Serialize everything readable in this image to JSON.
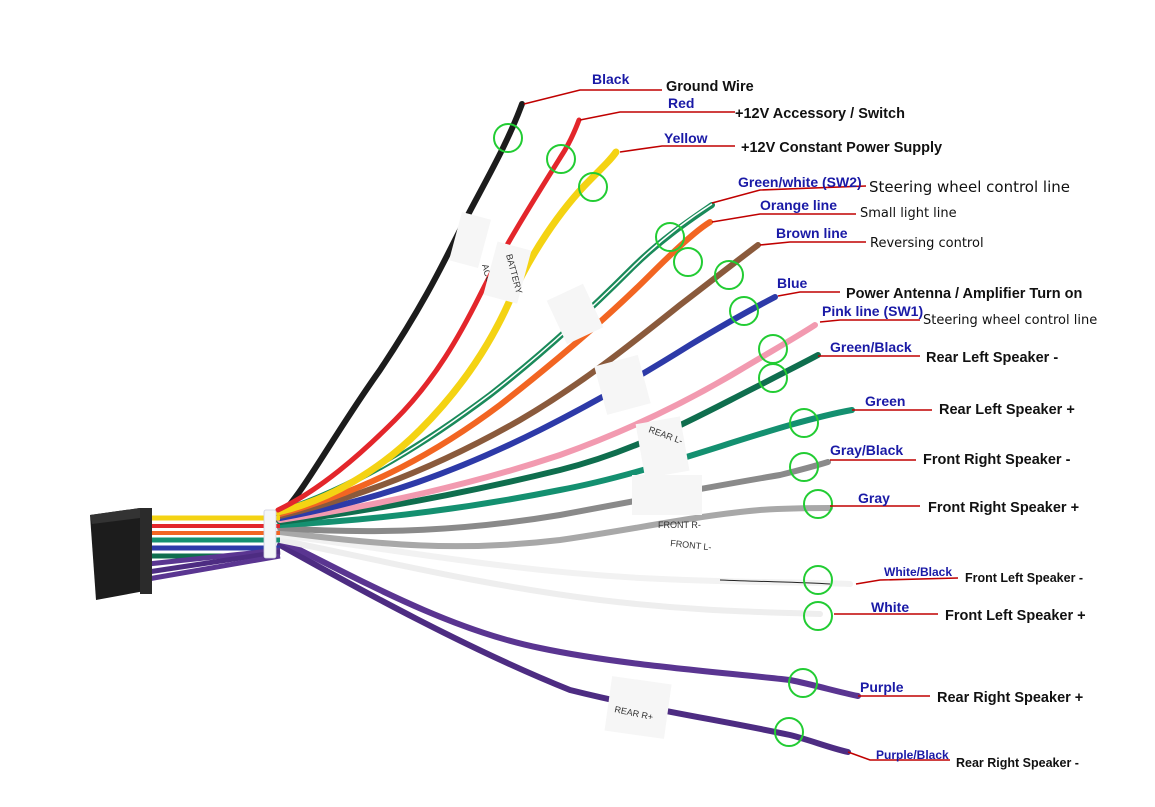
{
  "colors": {
    "leader": "#c00000",
    "ring": "#22cc33",
    "color_label": "#1a1aa6",
    "func_label": "#111111",
    "connector": "#1c1c1c"
  },
  "wires": [
    {
      "id": "black",
      "color_name": "Black",
      "function": "Ground Wire",
      "hex": "#1c1c1c"
    },
    {
      "id": "red",
      "color_name": "Red",
      "function": "+12V  Accessory / Switch",
      "hex": "#e3262b"
    },
    {
      "id": "yellow",
      "color_name": "Yellow",
      "function": "+12V Constant Power Supply",
      "hex": "#f4d313"
    },
    {
      "id": "green-white",
      "color_name": "Green/white  (SW2)",
      "function": "Steering wheel control line",
      "hex": "#1a8a5a"
    },
    {
      "id": "orange",
      "color_name": "Orange line",
      "function": "Small light line",
      "hex": "#f26522"
    },
    {
      "id": "brown",
      "color_name": "Brown line",
      "function": "Reversing control",
      "hex": "#8a5a3c"
    },
    {
      "id": "blue",
      "color_name": "Blue",
      "function": "Power Antenna / Amplifier Turn on",
      "hex": "#2d3aa8"
    },
    {
      "id": "pink",
      "color_name": "Pink line (SW1)",
      "function": "Steering wheel control line",
      "hex": "#f29ab0"
    },
    {
      "id": "green-black",
      "color_name": "Green/Black",
      "function": "Rear Left Speaker -",
      "hex": "#0f6e4e"
    },
    {
      "id": "green",
      "color_name": "Green",
      "function": "Rear Left Speaker +",
      "hex": "#149070"
    },
    {
      "id": "gray-black",
      "color_name": "Gray/Black",
      "function": "Front Right Speaker -",
      "hex": "#8a8a8a"
    },
    {
      "id": "gray",
      "color_name": "Gray",
      "function": "Front Right Speaker +",
      "hex": "#a8a8a8"
    },
    {
      "id": "white-black",
      "color_name": "White/Black",
      "function": "Front Left Speaker -",
      "hex": "#eeeeee"
    },
    {
      "id": "white",
      "color_name": "White",
      "function": "Front Left Speaker +",
      "hex": "#f2f2f2"
    },
    {
      "id": "purple",
      "color_name": "Purple",
      "function": "Rear Right Speaker +",
      "hex": "#5a3591"
    },
    {
      "id": "purple-black",
      "color_name": "Purple/Black",
      "function": "Rear Right Speaker -",
      "hex": "#4d2c82"
    }
  ],
  "tags": [
    "ACC",
    "BATTERY",
    "FRONT R-",
    "FRONT L-",
    "REAR L-",
    "REAR R+"
  ]
}
